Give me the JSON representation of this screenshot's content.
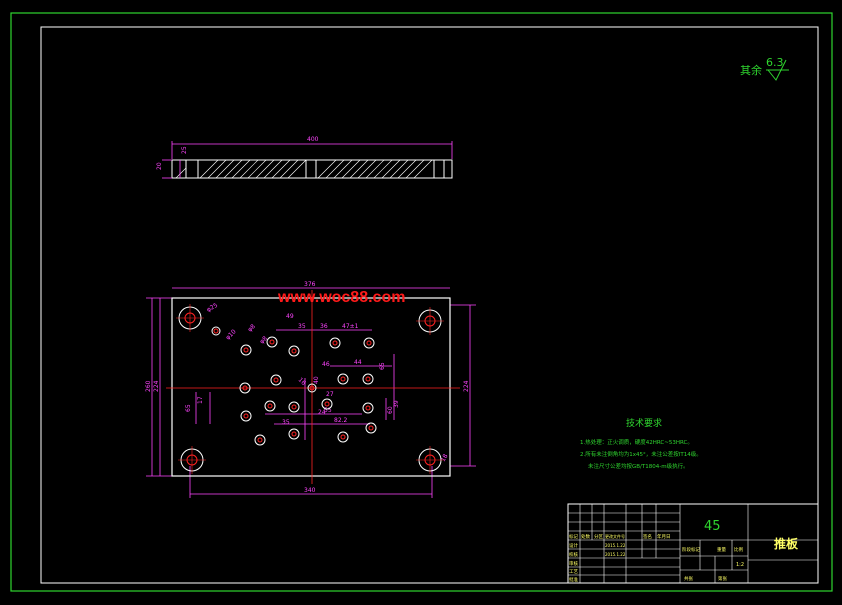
{
  "roughness": {
    "label": "其余",
    "value": "6.3"
  },
  "watermark": "www.woc88.com",
  "side_view": {
    "length": "400",
    "left_heights": [
      "20",
      "25"
    ]
  },
  "plan_view": {
    "overall_width": "376",
    "bottom_width": "340",
    "left_height_outer": "260",
    "left_height_inner": "224",
    "right_height": "224",
    "right_small": "18",
    "hole_labels": [
      "φ25",
      "φ10",
      "φ8",
      "φ8"
    ],
    "dims": [
      "49",
      "35",
      "36",
      "47±1",
      "44",
      "46",
      "65",
      "16",
      "40",
      "27",
      "55",
      "82.2",
      "24",
      "35",
      "65",
      "17",
      "60",
      "39"
    ]
  },
  "tech_req": {
    "title": "技术要求",
    "lines": [
      "1.热处理：正火调质，硬度42HRC~53HRC。",
      "2.所有未注倒角均为1x45°，未注公差按IT14级。",
      "未注尺寸公差均按GB/T1804-m级执行。"
    ]
  },
  "title_block": {
    "material": "45",
    "part_name": "推板",
    "scale": "1:2",
    "headers": [
      "标记",
      "处数",
      "分区",
      "更改文件号",
      "签名",
      "年月日"
    ],
    "rows": [
      "设计",
      "校核",
      "审核",
      "工艺",
      "批准"
    ],
    "cells": [
      "阶段标记",
      "重量",
      "比例",
      "共张",
      "第张"
    ],
    "dates": [
      "2015.1.22",
      "2015.1.22"
    ]
  }
}
